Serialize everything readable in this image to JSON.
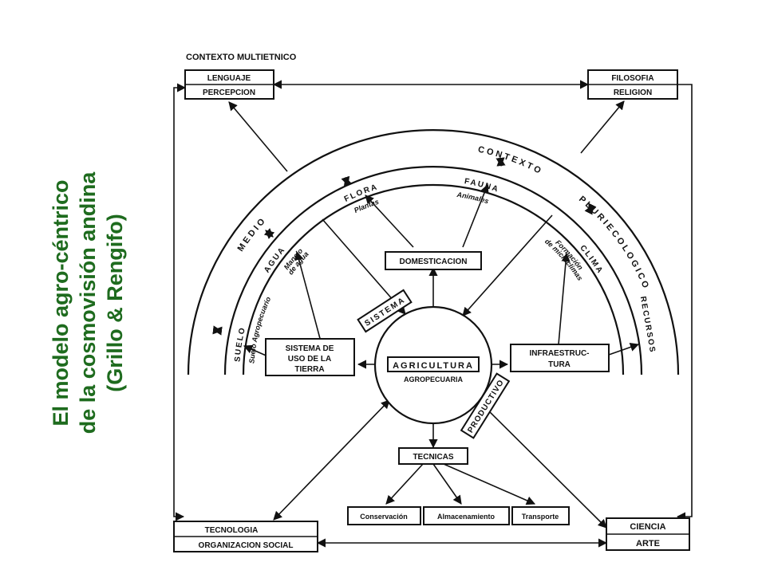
{
  "title": {
    "line1": "El modelo agro-céntrico",
    "line2": "de la cosmovisión andina",
    "line3": "(Grillo & Rengifo)",
    "color": "#1e6b1e"
  },
  "diagram": {
    "context_label": "CONTEXTO  MULTIETNICO",
    "corners": {
      "top_left": {
        "line1": "LENGUAJE",
        "line2": "PERCEPCION"
      },
      "top_right": {
        "line1": "FILOSOFIA",
        "line2": "RELIGION"
      },
      "bottom_left": {
        "line1": "TECNOLOGIA",
        "line2": "ORGANIZACION SOCIAL"
      },
      "bottom_right": {
        "line1": "CIENCIA",
        "line2": "ARTE"
      }
    },
    "arc_outer_labels": {
      "medio": "MEDIO",
      "contexto": "CONTEXTO",
      "pluriecologico": "PLURIECOLOGICO",
      "recursos": "RECURSOS"
    },
    "arc_middle_labels": {
      "suelo": "SUELO",
      "agua": "AGUA",
      "flora": "FLORA",
      "fauna": "FAUNA",
      "clima": "CLIMA"
    },
    "arc_inner_labels": {
      "suelo_agropecuario": "Suelo Agropecuario",
      "manejo_line1": "Manejo",
      "manejo_line2": "de agua",
      "plantas": "Plantas",
      "animales": "Animales",
      "formacion_line1": "Formación",
      "formacion_line2": "de microclimas"
    },
    "center": {
      "line1": "AGRICULTURA",
      "line2": "AGROPECUARIA"
    },
    "domesticacion": "DOMESTICACION",
    "sistema_uso": {
      "line1": "SISTEMA DE",
      "line2": "USO DE LA",
      "line3": "TIERRA"
    },
    "infraestructura": {
      "line1": "INFRAESTRUC-",
      "line2": "TURA"
    },
    "tecnicas": "TECNICAS",
    "sistema_tag": "SISTEMA",
    "productivo_tag": "PRODUCTIVO",
    "bottom_items": [
      "Conservación",
      "Almacenamiento",
      "Transporte"
    ]
  }
}
